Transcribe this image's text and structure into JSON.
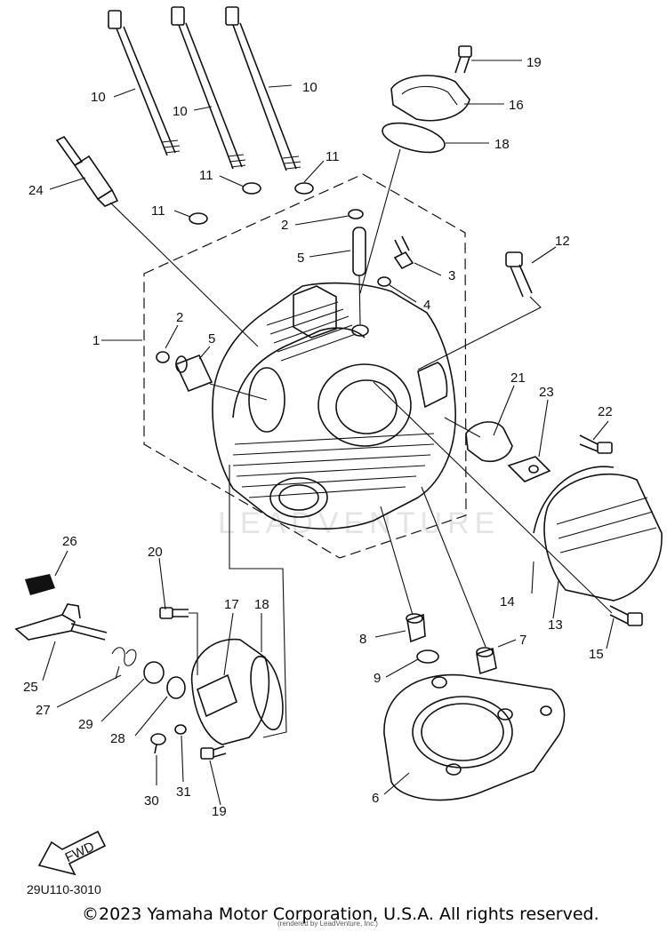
{
  "watermark": "LEADVENTURE",
  "drawing_code": "29U110-3010",
  "copyright": "©2023 Yamaha Motor Corporation, U.S.A. All rights reserved.",
  "renderer_note": "(rendered by LeadVenture, Inc.)",
  "fwd_marker": "FWD",
  "callouts": [
    {
      "id": "c-19a",
      "text": "19"
    },
    {
      "id": "c-16",
      "text": "16"
    },
    {
      "id": "c-18a",
      "text": "18"
    },
    {
      "id": "c-10a",
      "text": "10"
    },
    {
      "id": "c-10b",
      "text": "10"
    },
    {
      "id": "c-10c",
      "text": "10"
    },
    {
      "id": "c-11a",
      "text": "11"
    },
    {
      "id": "c-11b",
      "text": "11"
    },
    {
      "id": "c-11c",
      "text": "11"
    },
    {
      "id": "c-24",
      "text": "24"
    },
    {
      "id": "c-2a",
      "text": "2"
    },
    {
      "id": "c-5a",
      "text": "5"
    },
    {
      "id": "c-3",
      "text": "3"
    },
    {
      "id": "c-4",
      "text": "4"
    },
    {
      "id": "c-12",
      "text": "12"
    },
    {
      "id": "c-1",
      "text": "1"
    },
    {
      "id": "c-2b",
      "text": "2"
    },
    {
      "id": "c-5b",
      "text": "5"
    },
    {
      "id": "c-21",
      "text": "21"
    },
    {
      "id": "c-23",
      "text": "23"
    },
    {
      "id": "c-22",
      "text": "22"
    },
    {
      "id": "c-26",
      "text": "26"
    },
    {
      "id": "c-20",
      "text": "20"
    },
    {
      "id": "c-17",
      "text": "17"
    },
    {
      "id": "c-18b",
      "text": "18"
    },
    {
      "id": "c-14",
      "text": "14"
    },
    {
      "id": "c-13",
      "text": "13"
    },
    {
      "id": "c-15",
      "text": "15"
    },
    {
      "id": "c-8",
      "text": "8"
    },
    {
      "id": "c-7",
      "text": "7"
    },
    {
      "id": "c-9",
      "text": "9"
    },
    {
      "id": "c-25",
      "text": "25"
    },
    {
      "id": "c-27",
      "text": "27"
    },
    {
      "id": "c-29",
      "text": "29"
    },
    {
      "id": "c-28",
      "text": "28"
    },
    {
      "id": "c-6",
      "text": "6"
    },
    {
      "id": "c-30",
      "text": "30"
    },
    {
      "id": "c-31",
      "text": "31"
    },
    {
      "id": "c-19b",
      "text": "19"
    }
  ]
}
